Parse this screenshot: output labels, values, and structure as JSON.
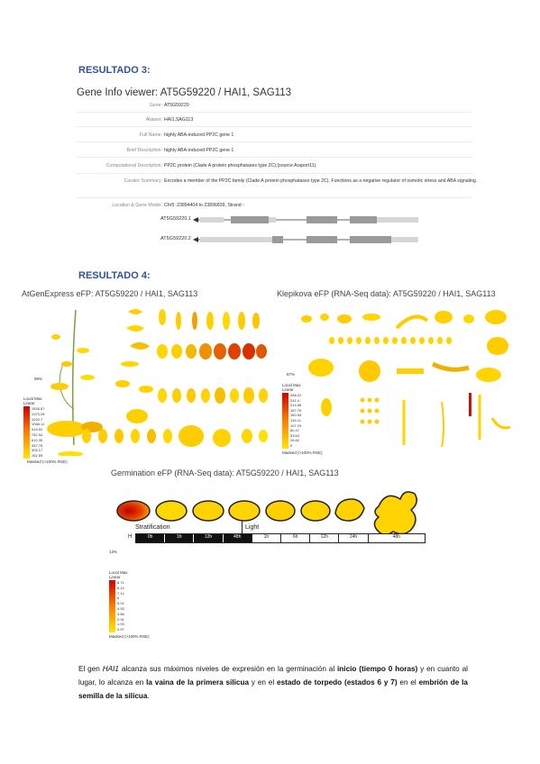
{
  "result3": {
    "heading": "RESULTADO 3:",
    "title": "Gene Info viewer: AT5G59220 / HAI1, SAG113",
    "rows": [
      {
        "label": "Gene:",
        "value": "AT5G59220"
      },
      {
        "label": "Aliases:",
        "value": "HAI1,SAG113"
      },
      {
        "label": "Full Name:",
        "value": "highly ABA-induced PP2C gene 1"
      },
      {
        "label": "Brief Description:",
        "value": "highly ABA-induced PP2C gene 1"
      },
      {
        "label": "Computational Description:",
        "value": "PP2C protein (Clade A protein phosphatases type 2C);(source:Araport11)"
      },
      {
        "label": "Curator Summary:",
        "value": "Encodes a member of the PP2C family (Clade A protein phosphatases type 2C). Functions as a negative regulator of osmotic stress and ABA signaling."
      },
      {
        "label": "Location & Gene Model:",
        "value": "Chr5: 23894404 to 23896839, Strand -"
      }
    ],
    "models": [
      "AT5G59220.1",
      "AT5G59220.2"
    ]
  },
  "result4": {
    "heading": "RESULTADO 4:",
    "atgen_title": "AtGenExpress eFP: AT5G59220 / HAI1, SAG113",
    "klep_title": "Klepikova eFP (RNA-Seq data): AT5G59220 / HAI1, SAG113",
    "germ_title": "Germination eFP (RNA-Seq data): AT5G59220 / HAI1, SAG113",
    "atgen_pct": "99%",
    "klep_pct": "87%",
    "germ_pct": "13%",
    "legend_head": "Local Max",
    "legend_sub": "Linear",
    "atgen_legend": [
      "1526.67",
      "1373.28",
      "1220.7",
      "1068.11",
      "915.52",
      "762.94",
      "610.35",
      "457.76",
      "305.17",
      "152.59"
    ],
    "klep_legend": [
      "268.22",
      "241.4",
      "214.58",
      "187.76",
      "160.93",
      "134.11",
      "107.29",
      "80.47",
      "53.64",
      "26.82",
      "0"
    ],
    "germ_legend": [
      "8.71",
      "8.14",
      "7.14",
      "6",
      "5.01",
      "4.93",
      "3.86",
      "2.91",
      "1.93",
      "0.97"
    ],
    "masked": "Masked (>100% RSE)",
    "stratification": "Stratification",
    "light": "Light",
    "h_label": "H",
    "time_dark": [
      "0h",
      "1h",
      "12h",
      "48h"
    ],
    "time_light": [
      "1h",
      "6h",
      "12h",
      "24h",
      "48h"
    ]
  },
  "conclusion": {
    "p1": "El gen ",
    "gene": "HAI1",
    "p2": " alcanza sus máximos niveles de expresión en la germinación al ",
    "b1": "inicio (tiempo 0 horas)",
    "p3": " y en cuanto al lugar, lo alcanza en ",
    "b2": "la vaina de la primera silicua",
    "p4": " y en el ",
    "b3": "estado de torpedo (estados 6 y 7)",
    "p5": " en el ",
    "b4": "embrión de la semilla de la silicua",
    "p6": "."
  },
  "colors": {
    "heading": "#2f5597",
    "low": "#ffe600",
    "high": "#d00000"
  }
}
